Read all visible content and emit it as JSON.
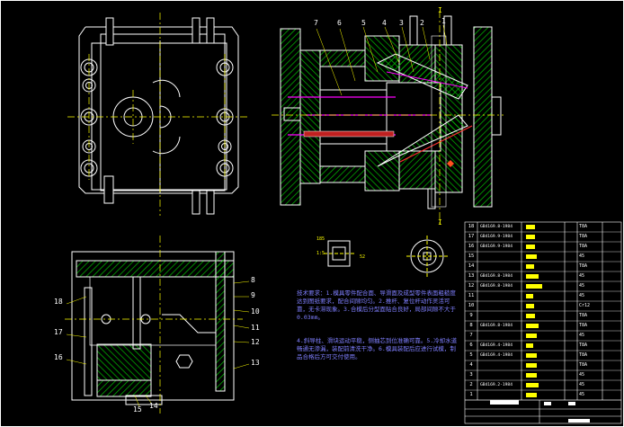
{
  "colors": {
    "background": "#000000",
    "outline": "#ffffff",
    "hatch": "#00c000",
    "centerline": "#ffff00",
    "hidden": "#ff00ff",
    "text": "#7f7fff",
    "red": "#ff3030",
    "label_line": "#00ffff"
  },
  "section_mark": "I",
  "callouts_top": [
    "7",
    "6",
    "5",
    "4",
    "3",
    "2",
    "1"
  ],
  "callouts_right": [
    "8",
    "9",
    "10",
    "11",
    "12",
    "13"
  ],
  "callouts_left": [
    "18",
    "17",
    "16"
  ],
  "callouts_bottom": [
    "15",
    "14"
  ],
  "detail_dims": [
    "185",
    "1:5",
    "52"
  ],
  "notes": {
    "para1": "技术要求：1.模具零件配合面、导滑面及成型零件表面粗糙度达到图纸要求，配合间隙均匀。2.推杆、复位杆动作灵活可靠，无卡滞现象。3.合模后分型面贴合良好，局部间隙不大于0.03mm。",
    "para2": "4.斜导柱、滑块运动平稳，侧抽芯到位准确可靠。5.冷却水道畅通无渗漏，装配前清洗干净。6.模具装配后应进行试模，制品合格后方可交付使用。"
  },
  "bom": [
    {
      "no": "18",
      "std": "GB4169.8-1984",
      "mat": "T8A"
    },
    {
      "no": "17",
      "std": "GB4169.9-1984",
      "mat": "T8A"
    },
    {
      "no": "16",
      "std": "GB4169.9-1984",
      "mat": "T8A"
    },
    {
      "no": "15",
      "std": "",
      "mat": "45"
    },
    {
      "no": "14",
      "std": "",
      "mat": "T8A"
    },
    {
      "no": "13",
      "std": "GB4169.8-1984",
      "mat": "45"
    },
    {
      "no": "12",
      "std": "GB4169.8-1984",
      "mat": "45"
    },
    {
      "no": "11",
      "std": "",
      "mat": "45"
    },
    {
      "no": "10",
      "std": "",
      "mat": "Cr12"
    },
    {
      "no": "9",
      "std": "",
      "mat": "T8A"
    },
    {
      "no": "8",
      "std": "GB4169.8-1984",
      "mat": "T8A"
    },
    {
      "no": "7",
      "std": "",
      "mat": "45"
    },
    {
      "no": "6",
      "std": "GB4169.4-1984",
      "mat": "T8A"
    },
    {
      "no": "5",
      "std": "GB4169.4-1984",
      "mat": "T8A"
    },
    {
      "no": "4",
      "std": "",
      "mat": "T8A"
    },
    {
      "no": "3",
      "std": "",
      "mat": "45"
    },
    {
      "no": "2",
      "std": "GB4169.2-1984",
      "mat": "45"
    },
    {
      "no": "1",
      "std": "",
      "mat": "45"
    }
  ]
}
